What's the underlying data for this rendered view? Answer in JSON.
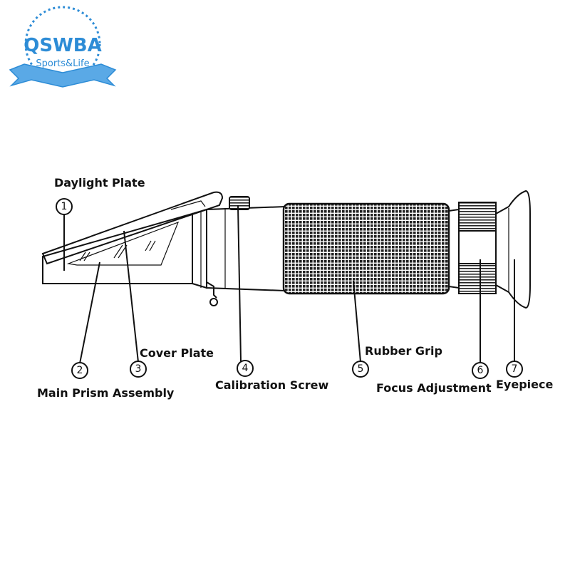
{
  "logo": {
    "name": "QSWBA",
    "tagline": "Sports&Life",
    "color": "#2d8cd6",
    "ribbon_color": "#5aa9e6"
  },
  "parts": [
    {
      "number": "1",
      "label": "Daylight Plate"
    },
    {
      "number": "2",
      "label": "Main Prism Assembly"
    },
    {
      "number": "3",
      "label": "Cover Plate"
    },
    {
      "number": "4",
      "label": "Calibration Screw"
    },
    {
      "number": "5",
      "label": "Rubber Grip"
    },
    {
      "number": "6",
      "label": "Focus Adjustment"
    },
    {
      "number": "7",
      "label": "Eyepiece"
    }
  ],
  "numbers": [
    "①",
    "②",
    "③",
    "④",
    "⑤",
    "⑥",
    "⑦"
  ]
}
